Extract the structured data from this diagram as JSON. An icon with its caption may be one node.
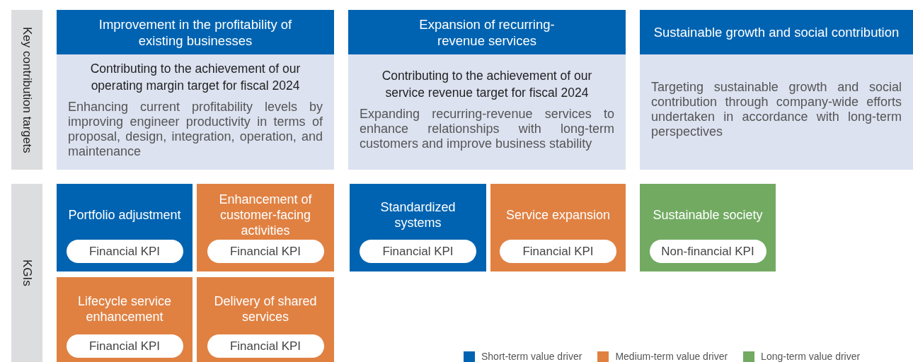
{
  "diagram": {
    "nodes": [
      {
        "text": [
          "Key contribution targets"
        ]
      },
      {
        "text": [
          "Improvement in the profitability of existing businesses",
          "Contributing to the achievement of our operating margin target for fiscal 2024",
          "Enhancing current profitability levels by improving engineer productivity in terms of proposal, design, integration, operation, and maintenance"
        ]
      },
      {
        "text": [
          "Expansion of recurring-revenue services",
          "Contributing to the achievement of our service revenue target for fiscal 2024",
          "Expanding recurring-revenue services to enhance relationships with long-term customers and improve business stability"
        ]
      },
      {
        "text": [
          "Sustainable growth and social contribution",
          "Targeting sustainable growth and social contribution through company-wide efforts undertaken in accordance with long-term perspectives"
        ]
      },
      {
        "text": [
          "KGIs"
        ]
      },
      {
        "text": [
          "Portfolio adjustment"
        ]
      },
      {
        "text": [
          "Financial KPI"
        ],
        "in": 5
      },
      {
        "text": [
          "Enhancement of customer-facing activities"
        ]
      },
      {
        "text": [
          "Financial KPI"
        ],
        "in": 7
      },
      {
        "text": [
          "Standardized systems"
        ]
      },
      {
        "text": [
          "Financial KPI"
        ],
        "in": 9
      },
      {
        "text": [
          "Service expansion"
        ]
      },
      {
        "text": [
          "Financial KPI"
        ],
        "in": 11
      },
      {
        "text": [
          "Sustainable society"
        ]
      },
      {
        "text": [
          "Non-financial KPI"
        ],
        "in": 13
      },
      {
        "text": [
          "Lifecycle service enhancement"
        ]
      },
      {
        "text": [
          "Financial KPI"
        ],
        "in": 15
      },
      {
        "text": [
          "Delivery of shared services"
        ]
      },
      {
        "text": [
          "Financial KPI"
        ],
        "in": 17
      }
    ],
    "legend": [
      {
        "text": "Short-term value driver",
        "color": "#0063b1"
      },
      {
        "text": "Medium-term value driver",
        "color": "#e08142"
      },
      {
        "text": "Long-term value driver",
        "color": "#72aa62"
      }
    ]
  }
}
